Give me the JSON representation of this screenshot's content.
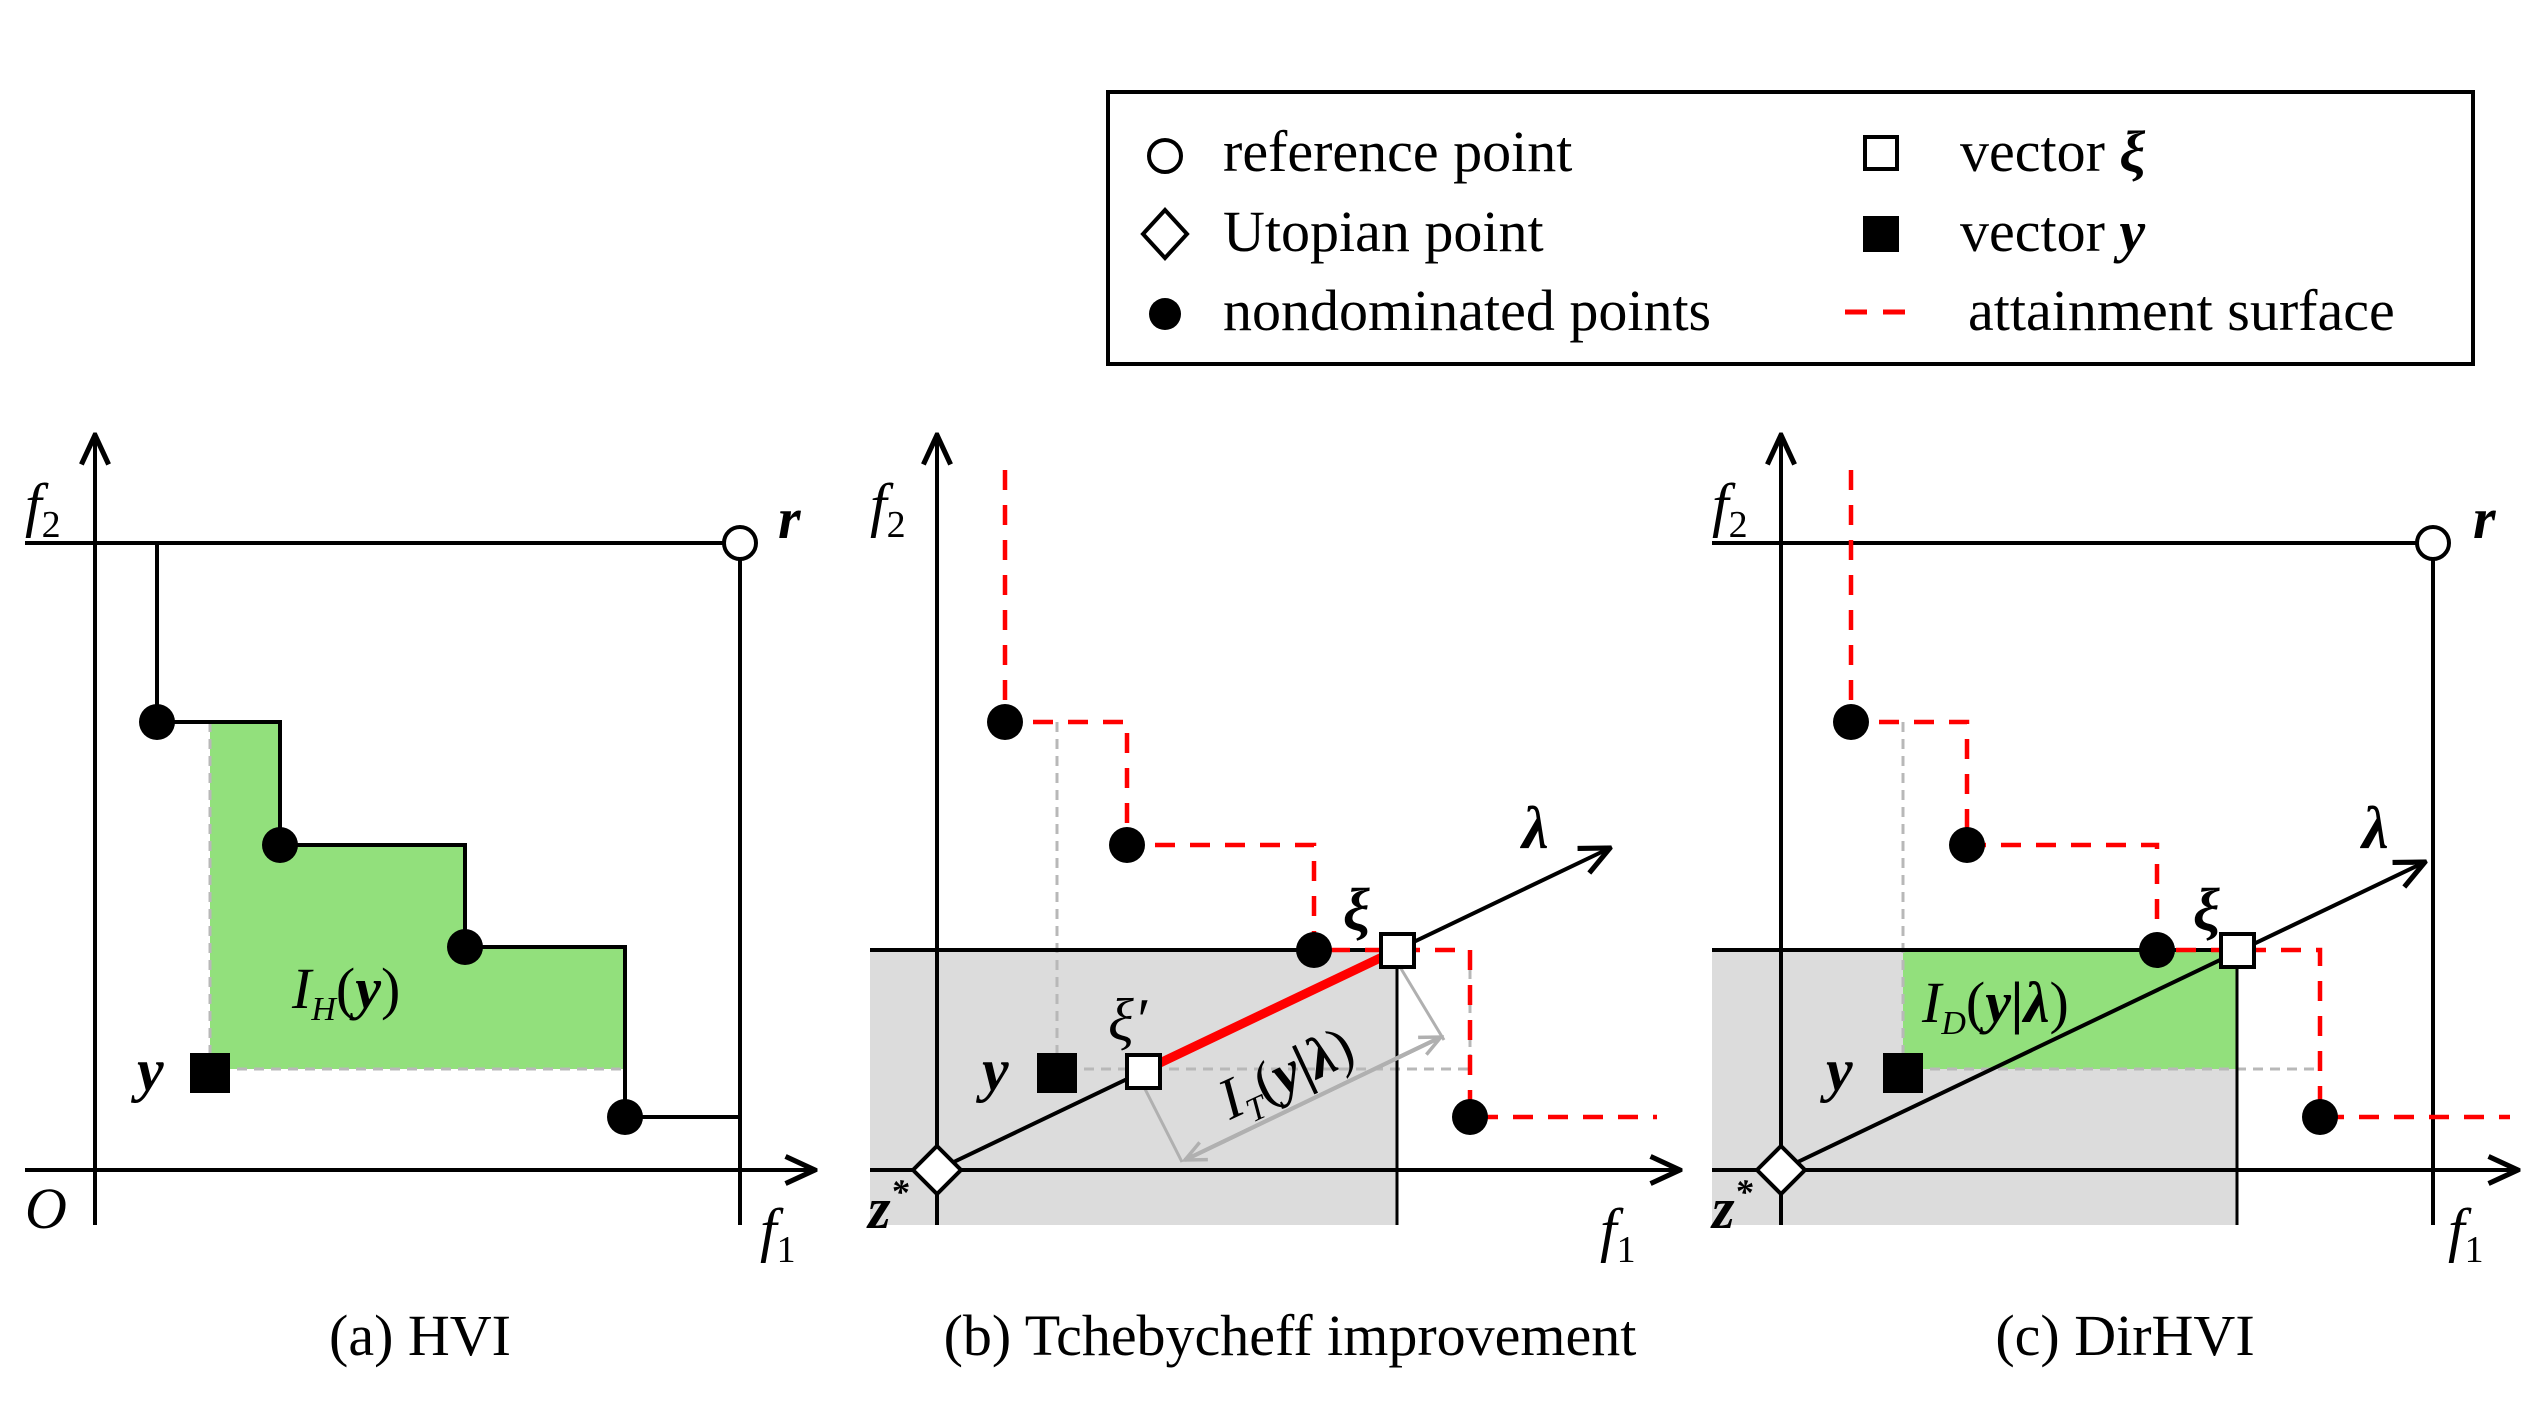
{
  "legend": {
    "items": [
      {
        "marker": "circle-open",
        "label": "reference point"
      },
      {
        "marker": "diamond-open",
        "label": "Utopian point"
      },
      {
        "marker": "circle-filled",
        "label": "nondominated points"
      },
      {
        "marker": "square-open",
        "label": "vector ",
        "symbol": "ξ"
      },
      {
        "marker": "square-filled",
        "label": "vector ",
        "symbol": "y"
      },
      {
        "marker": "dash-red",
        "label": "attainment surface"
      }
    ]
  },
  "panels": {
    "a": {
      "caption": "(a) HVI",
      "axis_x": "f",
      "axis_x_sub": "1",
      "axis_y": "f",
      "axis_y_sub": "2",
      "origin": "O",
      "ref_label": "r",
      "y_label": "y",
      "region_label": {
        "I": "I",
        "sub": "H",
        "arg": "y"
      }
    },
    "b": {
      "caption": "(b) Tchebycheff improvement",
      "axis_x": "f",
      "axis_x_sub": "1",
      "axis_y": "f",
      "axis_y_sub": "2",
      "utopian_label": "z",
      "utopian_sup": "*",
      "lambda_label": "λ",
      "xi_label": "ξ",
      "xi_prime_label": "ξ′",
      "y_label": "y",
      "region_label": {
        "I": "I",
        "sub": "T",
        "arg": "y|λ"
      }
    },
    "c": {
      "caption": "(c) DirHVI",
      "axis_x": "f",
      "axis_x_sub": "1",
      "axis_y": "f",
      "axis_y_sub": "2",
      "utopian_label": "z",
      "utopian_sup": "*",
      "lambda_label": "λ",
      "xi_label": "ξ",
      "ref_label": "r",
      "y_label": "y",
      "region_label": {
        "I": "I",
        "sub": "D",
        "arg": "y|λ"
      }
    }
  },
  "colors": {
    "green": "#92e07c",
    "gray": "#dcdcdc",
    "red": "#ff0000",
    "dashed_gray": "#b8b8b8",
    "black": "#000000"
  }
}
